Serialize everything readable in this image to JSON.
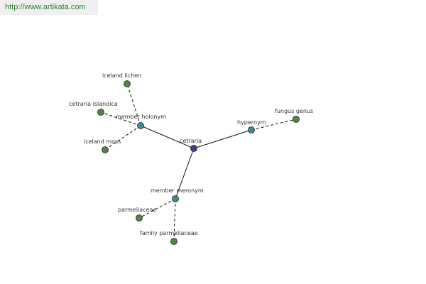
{
  "header": {
    "url": "http://www.artikata.com"
  },
  "colors": {
    "center": "#3b3f86",
    "relation": "#3f8a8e",
    "leaf": "#4d8a3c",
    "edge": "#111111",
    "url_text": "#2e7d32",
    "url_bar": "#efefef"
  },
  "graph": {
    "nodes": [
      {
        "id": "cetraria",
        "label": "cetraria",
        "kind": "center"
      },
      {
        "id": "member-holonym",
        "label": "member holonym",
        "kind": "relation"
      },
      {
        "id": "hypernym",
        "label": "hypernym",
        "kind": "relation"
      },
      {
        "id": "member-meronym",
        "label": "member meronym",
        "kind": "relation"
      },
      {
        "id": "iceland-lichen",
        "label": "iceland lichen",
        "kind": "leaf"
      },
      {
        "id": "cetraria-islandica",
        "label": "cetraria islandica",
        "kind": "leaf"
      },
      {
        "id": "iceland-moss",
        "label": "iceland moss",
        "kind": "leaf"
      },
      {
        "id": "fungus-genus",
        "label": "fungus genus",
        "kind": "leaf"
      },
      {
        "id": "parmeliaceae",
        "label": "parmeliaceae",
        "kind": "leaf"
      },
      {
        "id": "family-parmeliaceae",
        "label": "family parmeliaceae",
        "kind": "leaf"
      }
    ],
    "edges": [
      {
        "from": "cetraria",
        "to": "member-holonym",
        "style": "solid"
      },
      {
        "from": "cetraria",
        "to": "hypernym",
        "style": "solid"
      },
      {
        "from": "cetraria",
        "to": "member-meronym",
        "style": "solid"
      },
      {
        "from": "member-holonym",
        "to": "iceland-lichen",
        "style": "dashed"
      },
      {
        "from": "member-holonym",
        "to": "cetraria-islandica",
        "style": "dashed"
      },
      {
        "from": "member-holonym",
        "to": "iceland-moss",
        "style": "dashed"
      },
      {
        "from": "hypernym",
        "to": "fungus-genus",
        "style": "dashed"
      },
      {
        "from": "member-meronym",
        "to": "parmeliaceae",
        "style": "dashed"
      },
      {
        "from": "member-meronym",
        "to": "family-parmeliaceae",
        "style": "dashed"
      }
    ]
  }
}
